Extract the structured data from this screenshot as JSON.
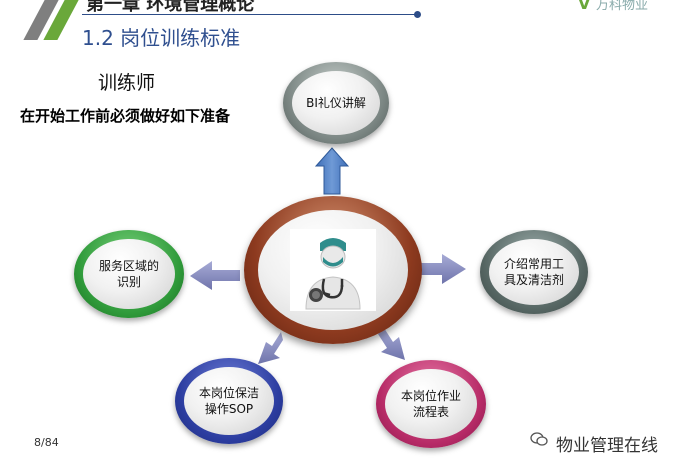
{
  "header": {
    "chapter_title": "第一章 环境管理概论",
    "section_title": "1.2 岗位训练标准",
    "logo_text": "万科物业"
  },
  "content": {
    "role_title": "训练师",
    "prep_text": "在开始工作前必须做好如下准备"
  },
  "center_icon": "doctor-stethoscope-icon",
  "nodes": {
    "bi": "BI礼仪讲解",
    "area_line1": "服务区域的",
    "area_line2": "识别",
    "tools_line1": "介绍常用工",
    "tools_line2": "具及清洁剂",
    "sop_line1": "本岗位保洁",
    "sop_line2": "操作SOP",
    "flow_line1": "本岗位作业",
    "flow_line2": "流程表"
  },
  "footer": {
    "page_number": "8/84",
    "watermark": "物业管理在线"
  },
  "colors": {
    "accent_blue": "#2f4f8f",
    "accent_green": "#6aa83a",
    "arrow_blue": "#4f7fc0",
    "arrow_purple": "#8a8fc0"
  }
}
